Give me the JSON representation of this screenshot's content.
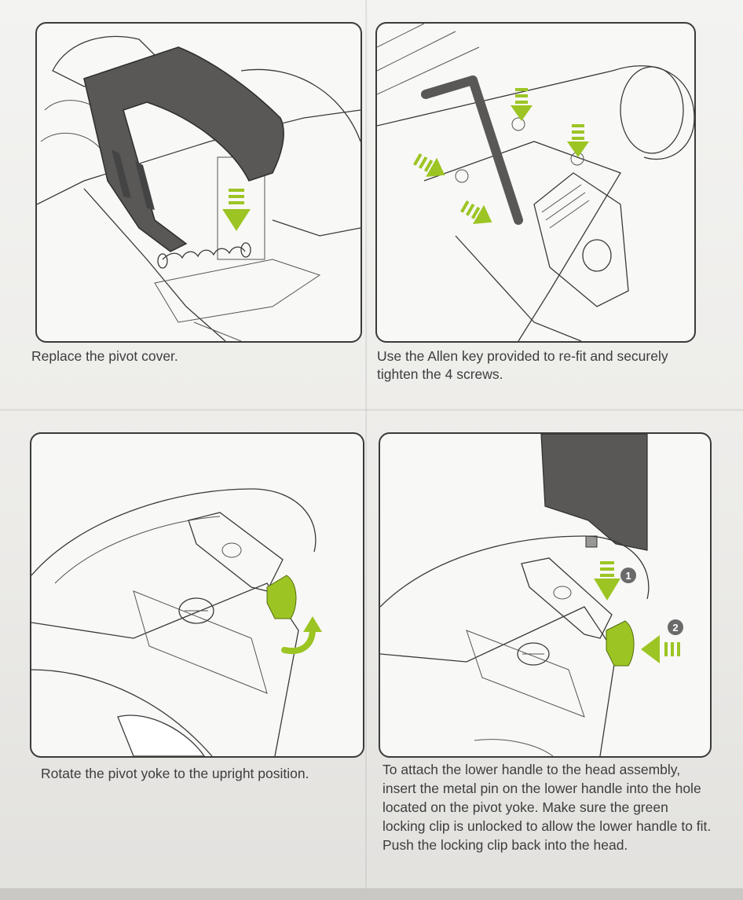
{
  "steps": [
    {
      "caption": "Replace the pivot cover."
    },
    {
      "caption": "Use the Allen key provided to re-fit and securely tighten the 4 screws."
    },
    {
      "caption": "Rotate the pivot yoke to the upright position."
    },
    {
      "caption": "To attach the lower handle to the head assembly, insert the metal pin on the lower handle into the hole located on the pivot yoke. Make sure the green locking clip is unlocked to allow the lower handle to fit. Push the locking clip back into the head."
    }
  ],
  "callouts": {
    "first": "1",
    "second": "2"
  },
  "colors": {
    "accent": "#9cc523",
    "dark_part": "#5a5856",
    "line": "#3a3a3a"
  }
}
